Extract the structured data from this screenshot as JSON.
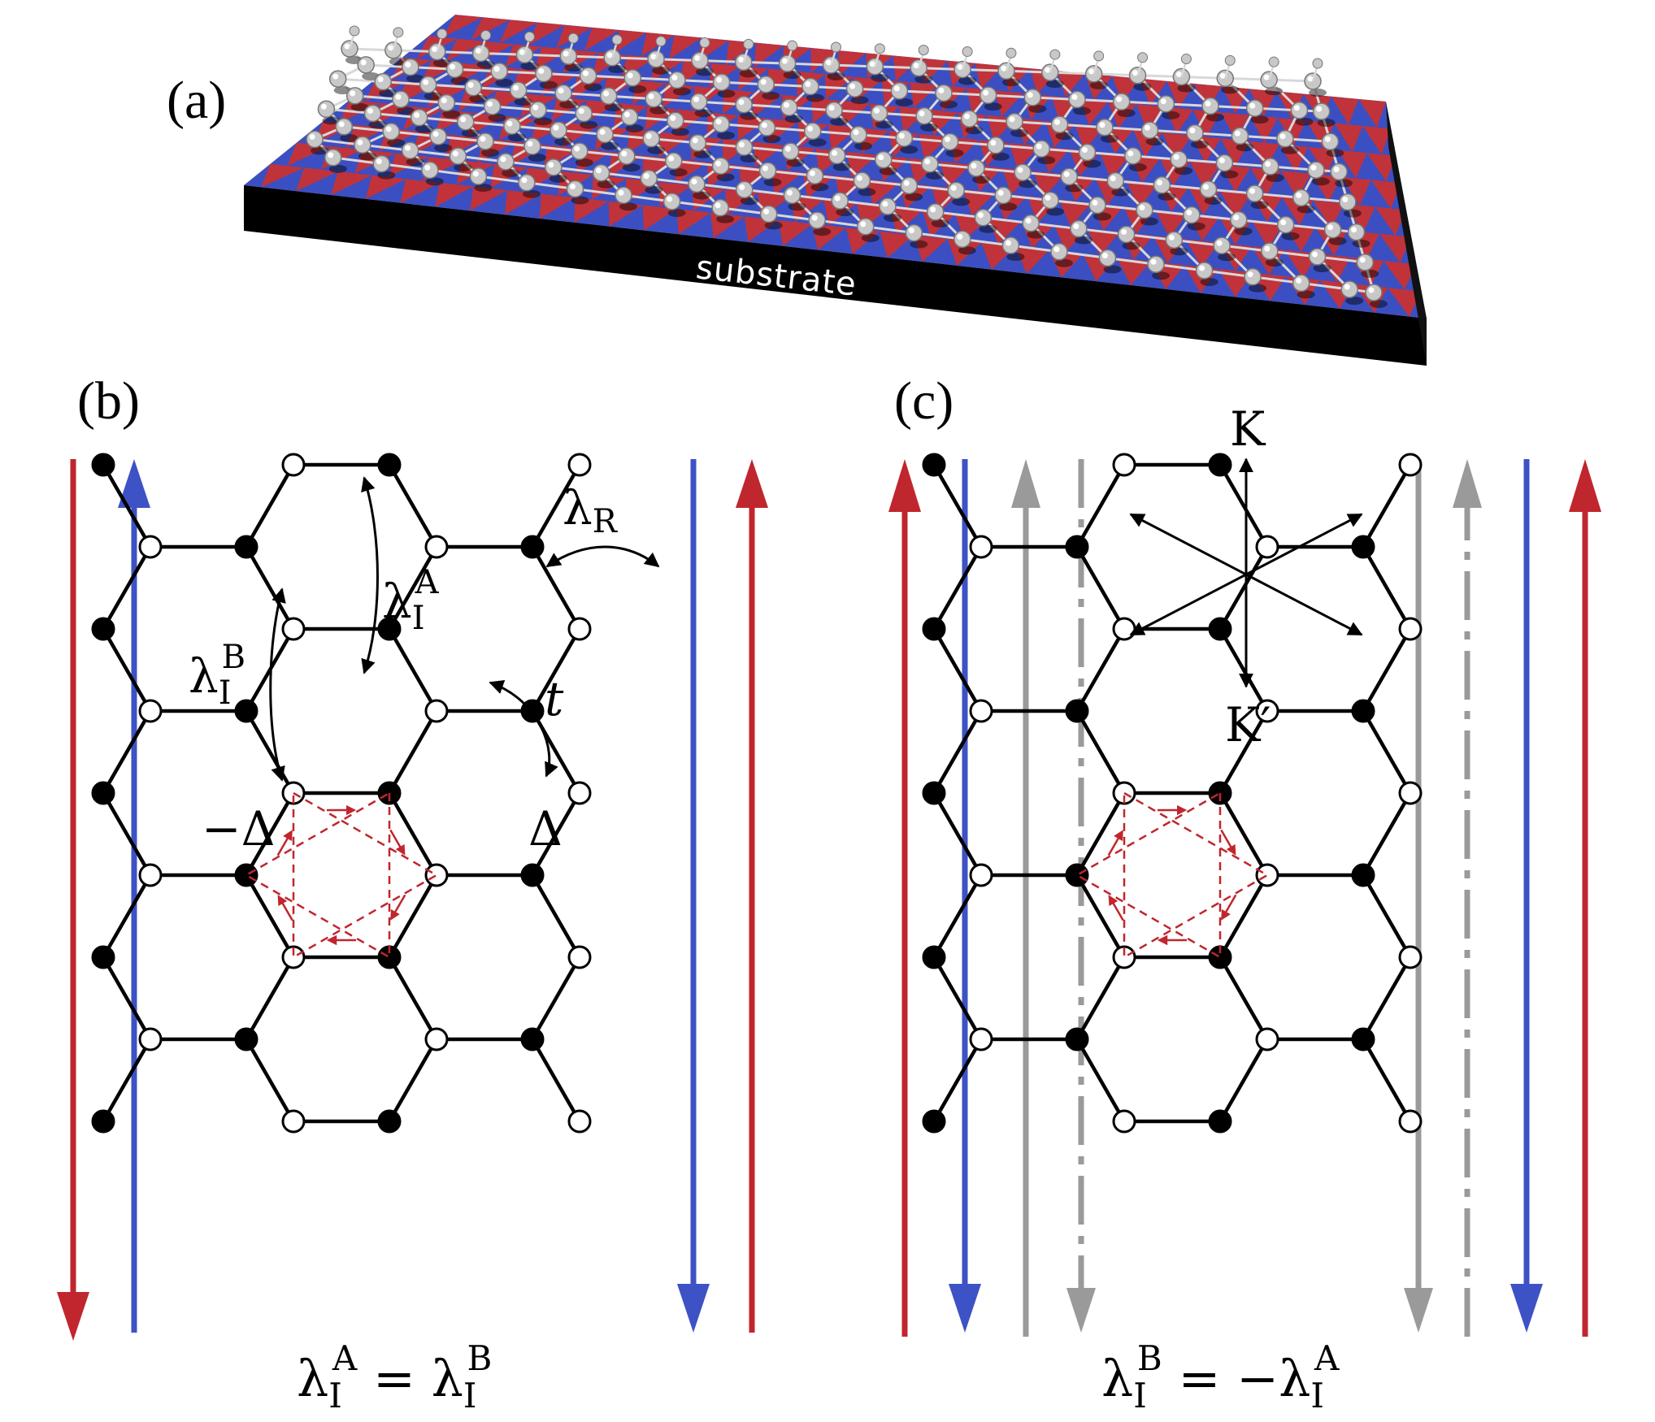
{
  "panels": {
    "a": {
      "label": "(a)",
      "substrate_label": "substrate"
    },
    "b": {
      "label": "(b)",
      "symbols": {
        "lambda_R": "λR",
        "lambda_I_A": "λIA",
        "lambda_I_B": "λIB",
        "t": "t",
        "minus_delta": "−Δ",
        "delta": "Δ"
      },
      "caption": {
        "lhs": "λIA",
        "eq": "=",
        "rhs": "λIB"
      }
    },
    "c": {
      "label": "(c)",
      "K": "K",
      "K_prime": "K′",
      "caption": {
        "lhs": "λIB",
        "eq": "=",
        "rhs": "−λIA"
      }
    }
  },
  "colors": {
    "red": "#c0262d",
    "blue": "#3d52c4",
    "gray": "#9a9a9a",
    "black": "#000000",
    "substrate_red": "#c0333a",
    "substrate_blue": "#3b4fc2"
  }
}
